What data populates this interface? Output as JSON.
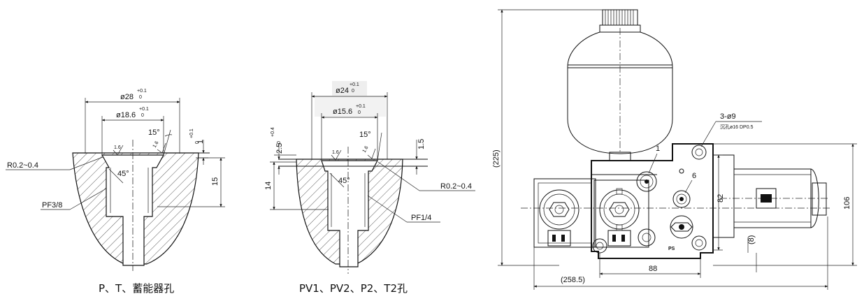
{
  "left_section": {
    "outer_dia": "ø28",
    "outer_tol_plus": "+0.1",
    "outer_tol_zero": "0",
    "inner_dia": "ø18.6",
    "inner_tol_plus": "+0.1",
    "inner_tol_zero": "0",
    "angle_top": "15°",
    "angle_chamfer": "45°",
    "roughness_a": "1.6",
    "roughness_b": "1.6",
    "depth_tol": "+0.1",
    "depth_val": "1",
    "depth_zero": "0",
    "depth_total": "15",
    "radius_note": "R0.2~0.4",
    "thread_note": "PF3/8",
    "caption": "P、T、蓄能器孔"
  },
  "middle_section": {
    "outer_dia": "ø24",
    "outer_tol_plus": "+0.1",
    "outer_tol_zero": "0",
    "inner_dia": "ø15.6",
    "inner_tol_plus": "+0.1",
    "inner_tol_zero": "0",
    "angle_top": "15°",
    "angle_chamfer": "45°",
    "roughness_a": "1.6",
    "roughness_b": "1.6",
    "step_dim": "2.5",
    "step_tol_plus": "+0.4",
    "step_tol_zero": "0",
    "depth_small": "1.5",
    "depth_total": "14",
    "radius_note": "R0.2~0.4",
    "thread_note": "PF1/4",
    "caption": "PV1、PV2、P2、T2孔"
  },
  "right_assembly": {
    "height_overall": "(225)",
    "height_body": "106",
    "width_inner": "82",
    "width_base": "88",
    "width_overall": "(258.5)",
    "small_dim": "(8)",
    "mount_holes": "3-ø9",
    "hole_note": "沉孔ø16 DP0.5",
    "callout_1": "1",
    "callout_6": "6",
    "port_label": "PS"
  }
}
